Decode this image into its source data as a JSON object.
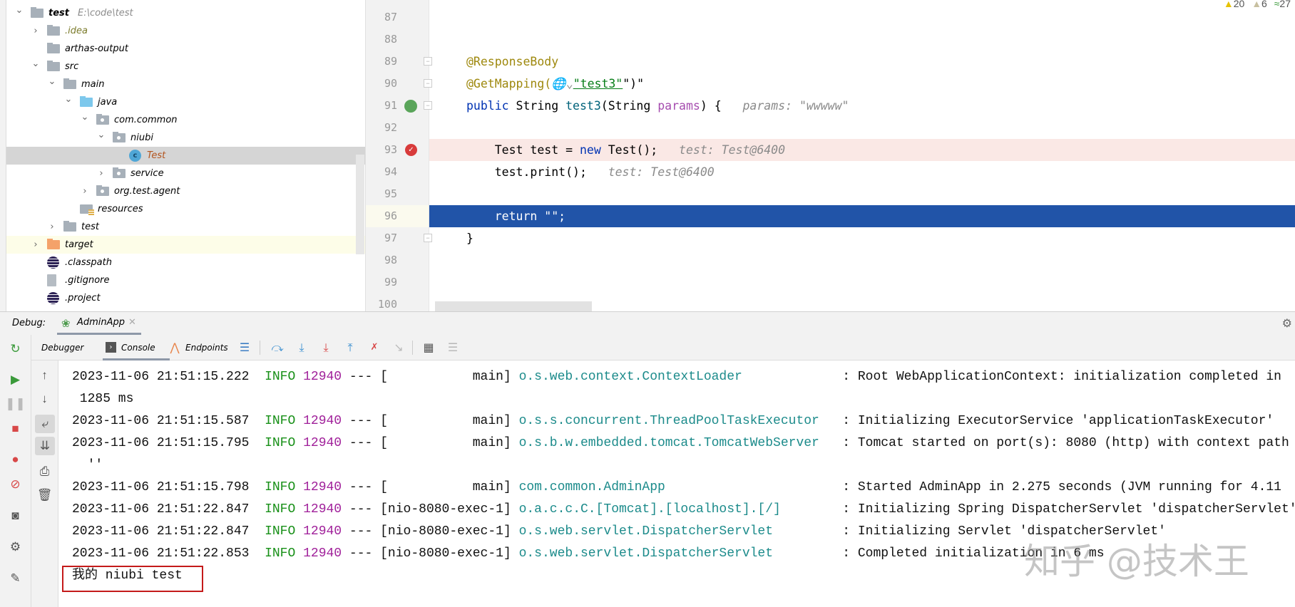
{
  "project_tree": {
    "items": [
      {
        "label": "test",
        "path": "E:\\code\\test",
        "level": 0,
        "arrow": "down",
        "icon": "module-folder",
        "bold": true
      },
      {
        "label": ".idea",
        "level": 1,
        "arrow": "right",
        "icon": "folder",
        "color": "#7a7a2a"
      },
      {
        "label": "arthas-output",
        "level": 1,
        "arrow": "",
        "icon": "folder"
      },
      {
        "label": "src",
        "level": 1,
        "arrow": "down",
        "icon": "folder"
      },
      {
        "label": "main",
        "level": 2,
        "arrow": "down",
        "icon": "folder"
      },
      {
        "label": "java",
        "level": 3,
        "arrow": "down",
        "icon": "source-folder"
      },
      {
        "label": "com.common",
        "level": 4,
        "arrow": "down",
        "icon": "package"
      },
      {
        "label": "niubi",
        "level": 5,
        "arrow": "down",
        "icon": "package"
      },
      {
        "label": "Test",
        "level": 6,
        "arrow": "",
        "icon": "class",
        "color": "#b3541e",
        "selected": true
      },
      {
        "label": "service",
        "level": 5,
        "arrow": "right",
        "icon": "package"
      },
      {
        "label": "org.test.agent",
        "level": 4,
        "arrow": "right",
        "icon": "package"
      },
      {
        "label": "resources",
        "level": 3,
        "arrow": "",
        "icon": "resources-folder"
      },
      {
        "label": "test",
        "level": 2,
        "arrow": "right",
        "icon": "folder"
      },
      {
        "label": "target",
        "level": 1,
        "arrow": "right",
        "icon": "excluded-folder",
        "highlighted": true
      },
      {
        "label": ".classpath",
        "level": 1,
        "arrow": "",
        "icon": "eclipse-file"
      },
      {
        "label": ".gitignore",
        "level": 1,
        "arrow": "",
        "icon": "ignore-file"
      },
      {
        "label": ".project",
        "level": 1,
        "arrow": "",
        "icon": "eclipse-file"
      }
    ]
  },
  "status_counts": {
    "warnings": "20",
    "weak_warnings": "6",
    "typos": "27"
  },
  "editor": {
    "lines": [
      {
        "n": "87",
        "parts": []
      },
      {
        "n": "88",
        "parts": []
      },
      {
        "n": "89",
        "fold": true,
        "parts": [
          [
            "ann",
            "@ResponseBody"
          ]
        ]
      },
      {
        "n": "90",
        "fold": true,
        "parts": [
          [
            "ann",
            "@GetMapping("
          ],
          [
            "hint",
            "🌐⌄"
          ],
          [
            "str",
            "\"test3\""
          ],
          [
            "",
            "\")\""
          ]
        ]
      },
      {
        "n": "91",
        "fold": true,
        "gutter_icon": "web-endpoint-icon",
        "parts": [
          [
            "kw",
            "public"
          ],
          [
            "",
            " String "
          ],
          [
            "fn",
            "test3"
          ],
          [
            "",
            "(String "
          ],
          [
            "param",
            "params"
          ],
          [
            "",
            ") {   "
          ],
          [
            "hint",
            "params: \"wwwww\""
          ]
        ]
      },
      {
        "n": "92",
        "parts": []
      },
      {
        "n": "93",
        "breakpoint": true,
        "parts": [
          [
            "",
            "    Test test = "
          ],
          [
            "kw",
            "new"
          ],
          [
            "",
            " Test();   "
          ],
          [
            "hint",
            "test: Test@6400"
          ]
        ]
      },
      {
        "n": "94",
        "parts": [
          [
            "",
            "    test.print();   "
          ],
          [
            "hint",
            "test: Test@6400"
          ]
        ]
      },
      {
        "n": "95",
        "parts": []
      },
      {
        "n": "96",
        "current": true,
        "parts": [
          [
            "",
            "    return \"\";"
          ]
        ]
      },
      {
        "n": "97",
        "fold": true,
        "parts": [
          [
            "",
            "}"
          ]
        ]
      },
      {
        "n": "98",
        "parts": []
      },
      {
        "n": "99",
        "parts": []
      },
      {
        "n": "100",
        "parts": []
      }
    ]
  },
  "debug": {
    "label": "Debug:",
    "session_tab": "AdminApp",
    "tabs": [
      {
        "label": "Debugger"
      },
      {
        "label": "Console",
        "active": true
      },
      {
        "label": "Endpoints"
      }
    ]
  },
  "console": {
    "lines": [
      {
        "ts": "2023-11-06 21:51:15.222",
        "level": "INFO",
        "pid": "12940",
        "thread": "--- [           main]",
        "logger": "o.s.web.context.ContextLoader           ",
        "msg": " : Root WebApplicationContext: initialization completed in"
      },
      {
        "cont": " 1285 ms"
      },
      {
        "ts": "2023-11-06 21:51:15.587",
        "level": "INFO",
        "pid": "12940",
        "thread": "--- [           main]",
        "logger": "o.s.s.concurrent.ThreadPoolTaskExecutor ",
        "msg": " : Initializing ExecutorService 'applicationTaskExecutor'"
      },
      {
        "ts": "2023-11-06 21:51:15.795",
        "level": "INFO",
        "pid": "12940",
        "thread": "--- [           main]",
        "logger": "o.s.b.w.embedded.tomcat.TomcatWebServer ",
        "msg": " : Tomcat started on port(s): 8080 (http) with context path"
      },
      {
        "cont": "  ''"
      },
      {
        "ts": "2023-11-06 21:51:15.798",
        "level": "INFO",
        "pid": "12940",
        "thread": "--- [           main]",
        "logger": "com.common.AdminApp                     ",
        "msg": " : Started AdminApp in 2.275 seconds (JVM running for 4.11"
      },
      {
        "ts": "2023-11-06 21:51:22.847",
        "level": "INFO",
        "pid": "12940",
        "thread": "--- [nio-8080-exec-1]",
        "logger": "o.a.c.c.C.[Tomcat].[localhost].[/]      ",
        "msg": " : Initializing Spring DispatcherServlet 'dispatcherServlet'"
      },
      {
        "ts": "2023-11-06 21:51:22.847",
        "level": "INFO",
        "pid": "12940",
        "thread": "--- [nio-8080-exec-1]",
        "logger": "o.s.web.servlet.DispatcherServlet       ",
        "msg": " : Initializing Servlet 'dispatcherServlet'"
      },
      {
        "ts": "2023-11-06 21:51:22.853",
        "level": "INFO",
        "pid": "12940",
        "thread": "--- [nio-8080-exec-1]",
        "logger": "o.s.web.servlet.DispatcherServlet       ",
        "msg": " : Completed initialization in 6 ms"
      },
      {
        "cont": "我的 niubi test",
        "highlight": true
      }
    ]
  },
  "watermark": "知乎 @技术王",
  "colors": {
    "current_line": "#2154a8",
    "breakpoint_line": "#fae8e5",
    "highlight_box": "#c41a1a"
  }
}
